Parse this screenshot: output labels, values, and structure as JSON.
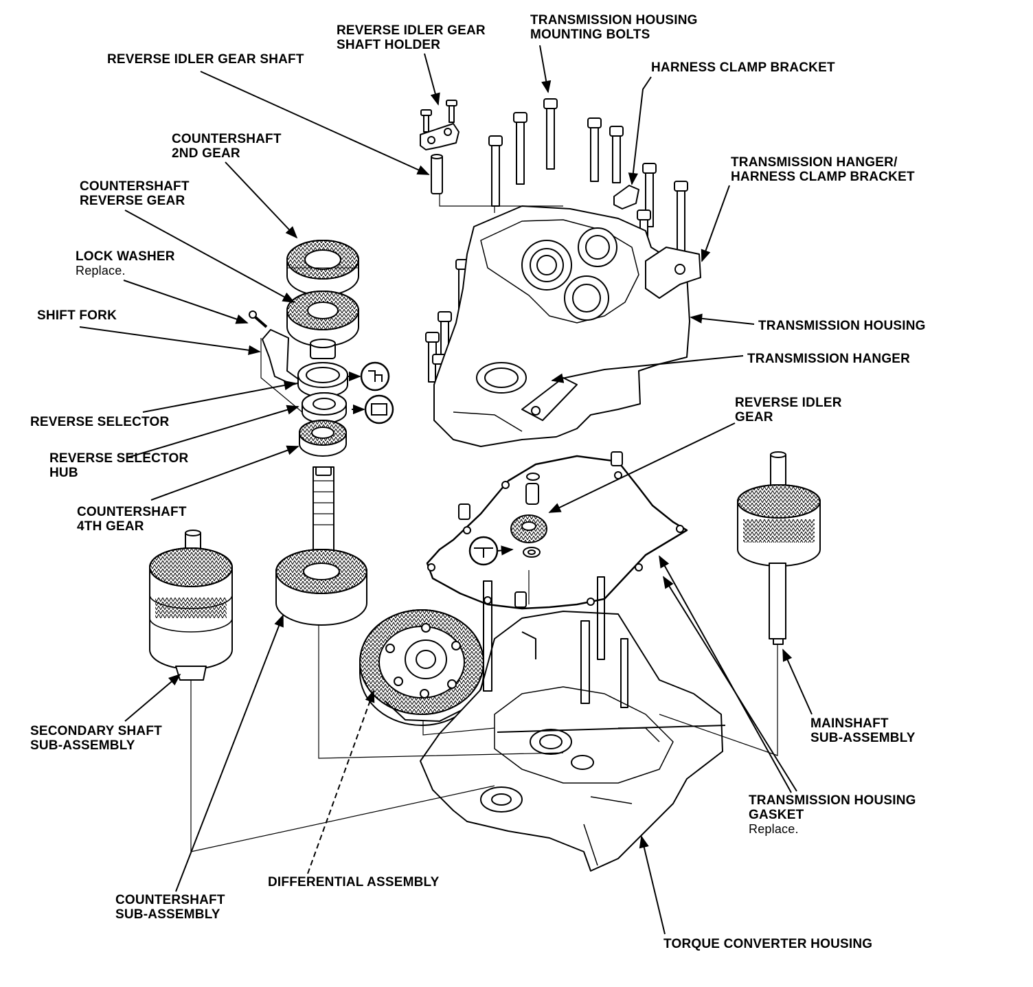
{
  "labels": {
    "reverse_idler_gear_shaft": [
      "REVERSE IDLER GEAR SHAFT"
    ],
    "reverse_idler_gear_shaft_holder": [
      "REVERSE IDLER GEAR",
      "SHAFT HOLDER"
    ],
    "transmission_housing_mounting_bolts": [
      "TRANSMISSION HOUSING",
      "MOUNTING BOLTS"
    ],
    "harness_clamp_bracket": [
      "HARNESS CLAMP BRACKET"
    ],
    "transmission_hanger_harness_clamp_bracket": [
      "TRANSMISSION HANGER/",
      "HARNESS CLAMP BRACKET"
    ],
    "countershaft_2nd_gear": [
      "COUNTERSHAFT",
      "2ND GEAR"
    ],
    "countershaft_reverse_gear": [
      "COUNTERSHAFT",
      "REVERSE GEAR"
    ],
    "lock_washer": [
      "LOCK WASHER"
    ],
    "lock_washer_note": "Replace.",
    "shift_fork": [
      "SHIFT FORK"
    ],
    "transmission_housing": [
      "TRANSMISSION HOUSING"
    ],
    "transmission_hanger": [
      "TRANSMISSION HANGER"
    ],
    "reverse_selector": [
      "REVERSE SELECTOR"
    ],
    "reverse_selector_hub": [
      "REVERSE SELECTOR",
      "HUB"
    ],
    "reverse_idler_gear": [
      "REVERSE IDLER",
      "GEAR"
    ],
    "countershaft_4th_gear": [
      "COUNTERSHAFT",
      "4TH GEAR"
    ],
    "secondary_shaft_sub_assembly": [
      "SECONDARY SHAFT",
      "SUB-ASSEMBLY"
    ],
    "mainshaft_sub_assembly": [
      "MAINSHAFT",
      "SUB-ASSEMBLY"
    ],
    "transmission_housing_gasket": [
      "TRANSMISSION HOUSING",
      "GASKET"
    ],
    "transmission_housing_gasket_note": "Replace.",
    "differential_assembly": [
      "DIFFERENTIAL ASSEMBLY"
    ],
    "countershaft_sub_assembly": [
      "COUNTERSHAFT",
      "SUB-ASSEMBLY"
    ],
    "torque_converter_housing": [
      "TORQUE CONVERTER HOUSING"
    ]
  },
  "icons": [
    "grease-symbol-icon",
    "oil-symbol-icon",
    "sealant-symbol-icon"
  ]
}
